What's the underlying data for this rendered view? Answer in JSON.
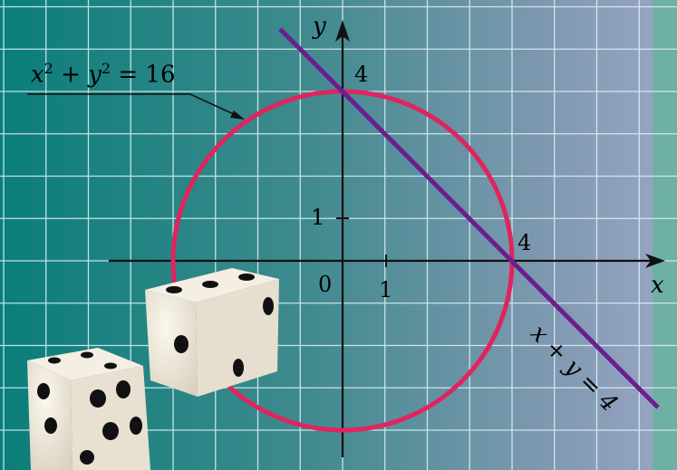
{
  "figure": {
    "circle_equation": {
      "lhs_x": "x",
      "exp_x": "2",
      "plus": "+",
      "lhs_y": "y",
      "exp_y": "2",
      "equals": "=",
      "rhs": "16"
    },
    "line_equation": "x + y = 4",
    "y_axis_label": "y",
    "x_axis_label": "x",
    "origin_label": "0",
    "x_tick_label": "1",
    "y_tick_label": "1",
    "y_intercept_label": "4",
    "x_intercept_label": "4",
    "colors": {
      "circle": "#e0245e",
      "line": "#6a1f8e",
      "grid": "#d8f3f4",
      "background_left": "#0a7a78",
      "background_right": "#8a9fb8"
    }
  }
}
